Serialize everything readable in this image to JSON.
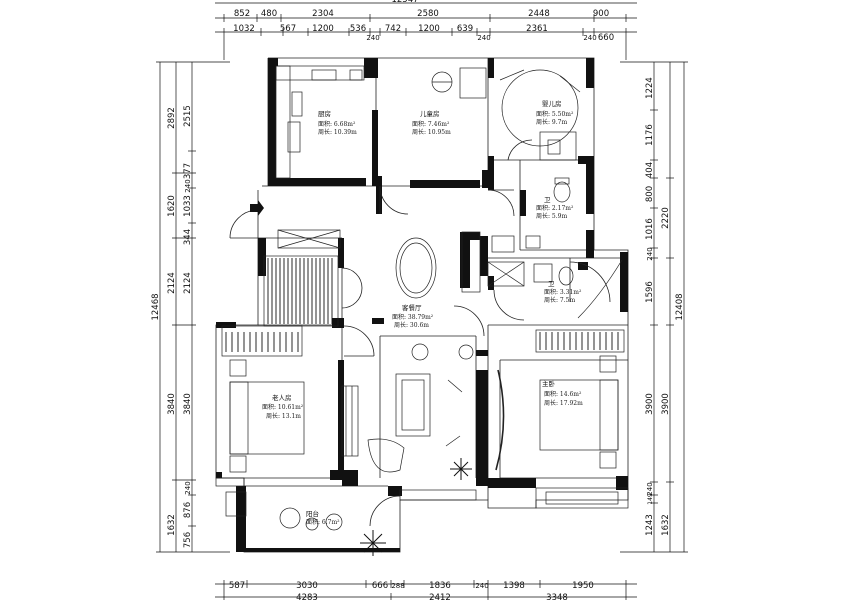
{
  "dimensions": {
    "top_overall": "12547",
    "top_row1": [
      "852",
      "480",
      "2304",
      "2580",
      "2448",
      "900"
    ],
    "top_row2": [
      "1032",
      "567",
      "1200",
      "536",
      "240",
      "742",
      "1200",
      "639",
      "240",
      "2361",
      "240",
      "660"
    ],
    "bottom_row1": [
      "587",
      "3030",
      "666",
      "288",
      "1836",
      "240",
      "1398",
      "1950"
    ],
    "bottom_row2": [
      "4283",
      "2412",
      "3348"
    ],
    "left_overall": "12468",
    "left_outer": [
      "2892",
      "1620",
      "2124",
      "3840",
      "1632"
    ],
    "left_inner": [
      "2515",
      "377",
      "240",
      "1033",
      "344",
      "2124",
      "3840",
      "240",
      "876",
      "756"
    ],
    "right_outer": [
      "2220",
      "12408",
      "3900",
      "1632"
    ],
    "right_inner": [
      "1224",
      "1176",
      "404",
      "800",
      "1016",
      "240",
      "1596",
      "3900",
      "240",
      "149",
      "1243"
    ]
  },
  "rooms": [
    {
      "name": "厨房",
      "area": "面积: 6.68m²",
      "perimeter": "周长: 10.39m"
    },
    {
      "name": "儿童房",
      "area": "面积: 7.46m²",
      "perimeter": "周长: 10.95m"
    },
    {
      "name": "婴儿房",
      "area": "面积: 5.50m²",
      "perimeter": "周长: 9.7m"
    },
    {
      "name": "卫",
      "area": "面积: 2.17m²",
      "perimeter": "周长: 5.9m"
    },
    {
      "name": "卫",
      "area": "面积: 3.31m²",
      "perimeter": "周长: 7.5m"
    },
    {
      "name": "客餐厅",
      "area": "面积: 38.79m²",
      "perimeter": "周长: 30.6m"
    },
    {
      "name": "老人房",
      "area": "面积: 10.61m²",
      "perimeter": "周长: 13.1m"
    },
    {
      "name": "主卧",
      "area": "面积: 14.6m²",
      "perimeter": "周长: 17.92m"
    },
    {
      "name": "阳台",
      "area": "面积: 6.7m²",
      "perimeter": ""
    }
  ]
}
